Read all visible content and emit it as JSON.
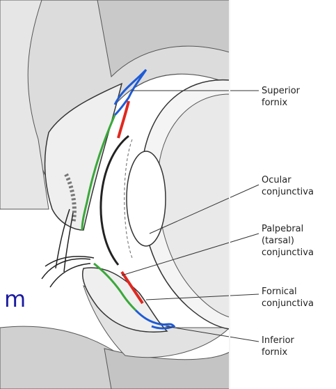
{
  "labels": {
    "superior_fornix": "Superior\nfornix",
    "ocular_conjunctiva": "Ocular\nconjunctiva",
    "palpebral_conjunctiva": "Palpebral\n(tarsal)\nconjunctiva",
    "fornical_conjunctiva": "Fornical\nconjunctiva",
    "inferior_fornix": "Inferior\nfornix"
  },
  "fragment_text": "m",
  "colors": {
    "fornix": "#1e5bd6",
    "ocular": "#e0281e",
    "palpebral": "#3aa83a",
    "bone": "#d7d7d7",
    "tissue": "#ececec",
    "outline": "#333333"
  }
}
